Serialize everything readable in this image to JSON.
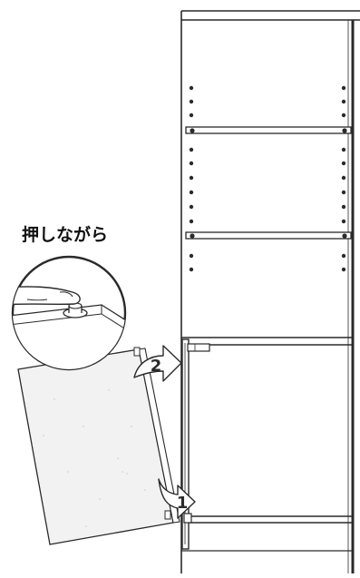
{
  "instruction": {
    "text": "押しながら"
  },
  "steps": [
    {
      "number": "1"
    },
    {
      "number": "2"
    }
  ],
  "colors": {
    "line": "#2a2a2a",
    "panel_fill": "#f2f2f2",
    "white": "#ffffff"
  }
}
